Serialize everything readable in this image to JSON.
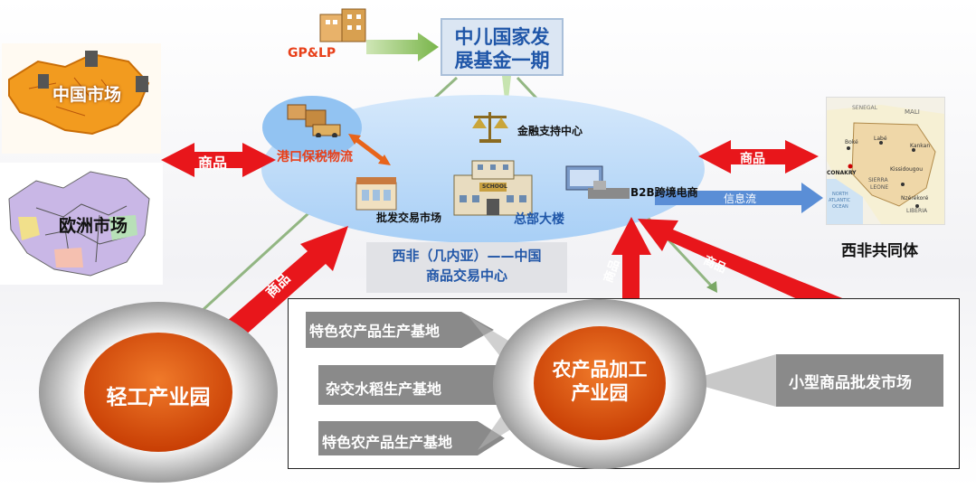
{
  "fund": {
    "line1": "中儿国家发",
    "line2": "展基金一期"
  },
  "gplp": "GP&LP",
  "markets": {
    "china": "中国市场",
    "europe": "欧洲市场",
    "west_africa": "西非共同体"
  },
  "hub": {
    "port": "港口保税物流",
    "finance": "金融支持中心",
    "wholesale": "批发交易市场",
    "hq": "总部大楼",
    "b2b": "B2B跨境电商",
    "school_sign": "SCHOOL",
    "caption_line1": "西非（几内亚）——中国",
    "caption_line2": "商品交易中心"
  },
  "flows": {
    "goods": "商品",
    "info": "信息流"
  },
  "parks": {
    "light": "轻工产业园",
    "agri_line1": "农产品加工",
    "agri_line2": "产业园"
  },
  "bases": [
    "特色农产品生产基地",
    "杂交水稻生产基地",
    "特色农产品生产基地"
  ],
  "small_market": "小型商品批发市场",
  "map_labels": {
    "mali": "MALI",
    "senegal": "SENEGAL",
    "conakry": "CONAKRY",
    "sierra": "SIERRA",
    "leone": "LEONE",
    "liberia": "LIBERIA",
    "ocean1": "NORTH",
    "ocean2": "ATLANTIC",
    "ocean3": "OCEAN",
    "labe": "Labé",
    "boke": "Boké",
    "kankan": "Kankan",
    "kissidougou": "Kissidougou",
    "nzerekore": "Nzérékoré"
  },
  "colors": {
    "accent_blue": "#1f56a8",
    "goods_red": "#e8161b",
    "orange": "#d64a06",
    "ellipse": "#bcdaf8"
  }
}
